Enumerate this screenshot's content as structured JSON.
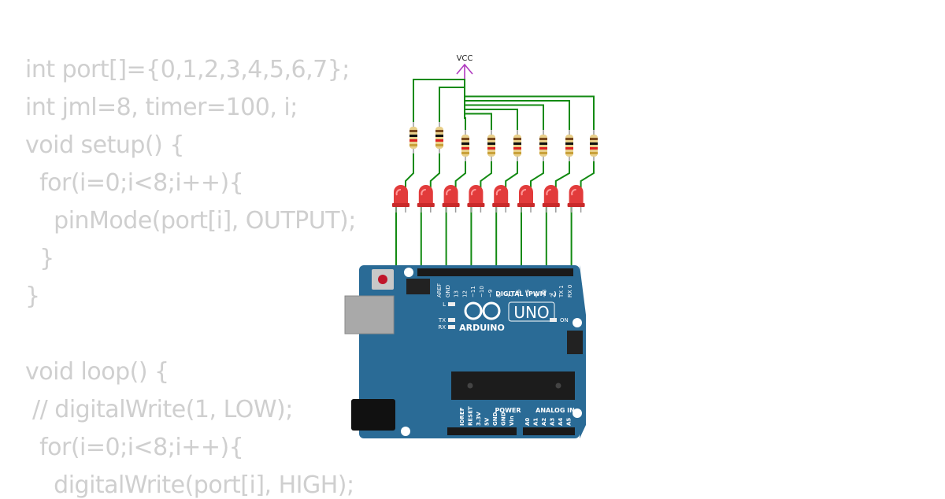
{
  "code_lines": [
    "int port[]={0,1,2,3,4,5,6,7};",
    "int jml=8, timer=100, i;",
    "void setup() {",
    "  for(i=0;i<8;i++){",
    "    pinMode(port[i], OUTPUT);",
    "  }",
    "}",
    "",
    "void loop() {",
    " // digitalWrite(1, LOW);",
    "  for(i=0;i<8;i++){",
    "    digitalWrite(port[i], HIGH);"
  ],
  "vcc_label": "VCC",
  "board": {
    "brand": "ARDUINO",
    "model": "UNO",
    "digital_header": "DIGITAL (PWM ~)",
    "power_header": "POWER",
    "analog_header": "ANALOG IN",
    "led_labels": {
      "l": "L",
      "tx": "TX",
      "rx": "RX",
      "on": "ON"
    },
    "digital_pins": [
      "AREF",
      "GND",
      "13",
      "12",
      "~11",
      "~10",
      "~9",
      "8",
      "7",
      "~6",
      "~5",
      "4",
      "~3",
      "2",
      "TX 1",
      "RX 0"
    ],
    "power_pins": [
      "IOREF",
      "RESET",
      "3.3V",
      "5V",
      "GND",
      "GND",
      "Vin"
    ],
    "analog_pins": [
      "A0",
      "A1",
      "A2",
      "A3",
      "A4",
      "A5"
    ]
  },
  "colors": {
    "board": "#2a6b96",
    "wire": "#128a12",
    "vcc": "#b03bc0",
    "led": "#e23b3b",
    "code_text": "#cfcfcf"
  },
  "circuit": {
    "led_count": 8,
    "resistor_count": 8
  }
}
